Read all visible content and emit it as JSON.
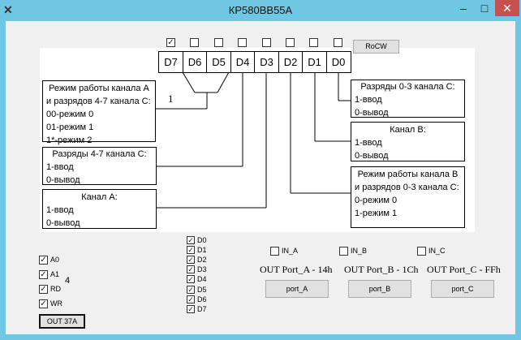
{
  "window": {
    "title": "КР580ВВ55А",
    "app_icon_glyph": "✕",
    "min_glyph": "–",
    "max_glyph": "□",
    "close_glyph": "✕"
  },
  "bits": [
    "D7",
    "D6",
    "D5",
    "D4",
    "D3",
    "D2",
    "D1",
    "D0"
  ],
  "top_checks": [
    true,
    false,
    false,
    false,
    false,
    false,
    false,
    false
  ],
  "rocw_label": "RoCW",
  "mark_1": "1",
  "mark_4": "4",
  "boxes": {
    "mode_a": [
      "Режим работы канала А",
      "и разрядов 4-7 канала С:",
      "00-режим 0",
      "01-режим 1",
      "1*-режим 2"
    ],
    "c_high": [
      "Разряды 4-7 канала С:",
      "1-ввод",
      "0-вывод"
    ],
    "port_a": [
      "Канал А:",
      "1-ввод",
      "0-вывод"
    ],
    "c_low": [
      "Разряды 0-3 канала С:",
      "1-ввод",
      "0-вывод"
    ],
    "port_b": [
      "Канал В:",
      "1-ввод",
      "0-вывод"
    ],
    "mode_b": [
      "Режим работы канала В",
      "и разрядов 0-3 канала С:",
      "0-режим 0",
      "1-режим 1"
    ]
  },
  "addr_checks": [
    {
      "label": "A0",
      "checked": true
    },
    {
      "label": "A1",
      "checked": true
    },
    {
      "label": "RD",
      "checked": true
    },
    {
      "label": "WR",
      "checked": true
    }
  ],
  "out_button": "OUT 37A",
  "data_checks": [
    {
      "label": "D0",
      "checked": true
    },
    {
      "label": "D1",
      "checked": true
    },
    {
      "label": "D2",
      "checked": true
    },
    {
      "label": "D3",
      "checked": true
    },
    {
      "label": "D4",
      "checked": true
    },
    {
      "label": "D5",
      "checked": true
    },
    {
      "label": "D6",
      "checked": true
    },
    {
      "label": "D7",
      "checked": true
    }
  ],
  "in_checks": [
    {
      "label": "IN_A",
      "checked": false
    },
    {
      "label": "IN_B",
      "checked": false
    },
    {
      "label": "IN_C",
      "checked": false
    }
  ],
  "out_ports": [
    "OUT Port_A - 14h",
    "OUT Port_B - 1Ch",
    "OUT Port_C - FFh"
  ],
  "port_buttons": [
    "port_A",
    "port_B",
    "port_C"
  ]
}
